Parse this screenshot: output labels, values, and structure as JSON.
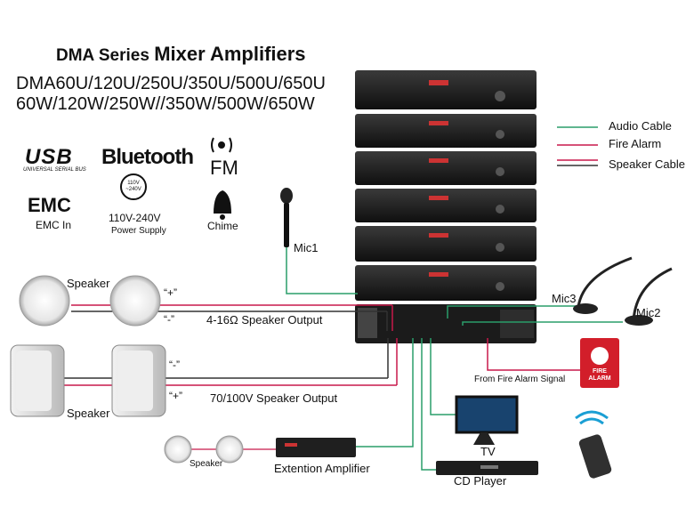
{
  "title": {
    "series": "DMA",
    "series_word": "Series",
    "rest": "Mixer Amplifiers"
  },
  "models": {
    "line1": "DMA60U/120U/250U/350U/500U/650U",
    "line2": "60W/120W/250W//350W/500W/650W"
  },
  "features": {
    "usb": "USB",
    "usb_sub": "UNIVERSAL SERIAL BUS",
    "bluetooth": "Bluetooth",
    "fm": "FM",
    "emc": "EMC",
    "emc_label": "EMC In",
    "power_badge": "110V\n~240V",
    "power_label": "110V-240V",
    "power_sub": "Power Supply",
    "chime_label": "Chime"
  },
  "legend": {
    "audio": "Audio Cable",
    "fire": "Fire Alarm",
    "speaker": "Speaker Cable"
  },
  "colors": {
    "audio": "#2a9d6a",
    "fire": "#c8194b",
    "speaker": "#c8194b",
    "line": "#333333"
  },
  "labels": {
    "mic1": "Mic1",
    "mic2": "Mic2",
    "mic3": "Mic3",
    "speaker_top": "Speaker",
    "speaker_bottom": "Speaker",
    "speaker_small": "Speaker",
    "plus_top": "“+”",
    "minus_top": "“-”",
    "minus_bottom": "“-”",
    "plus_bottom": "“+”",
    "output_low": "4-16Ω Speaker Output",
    "output_high": "70/100V Speaker Output",
    "fire_signal": "From Fire Alarm Signal",
    "fire_sign": "FIRE\nALARM",
    "tv": "TV",
    "cd": "CD Player",
    "ext_amp": "Extention Amplifier"
  }
}
